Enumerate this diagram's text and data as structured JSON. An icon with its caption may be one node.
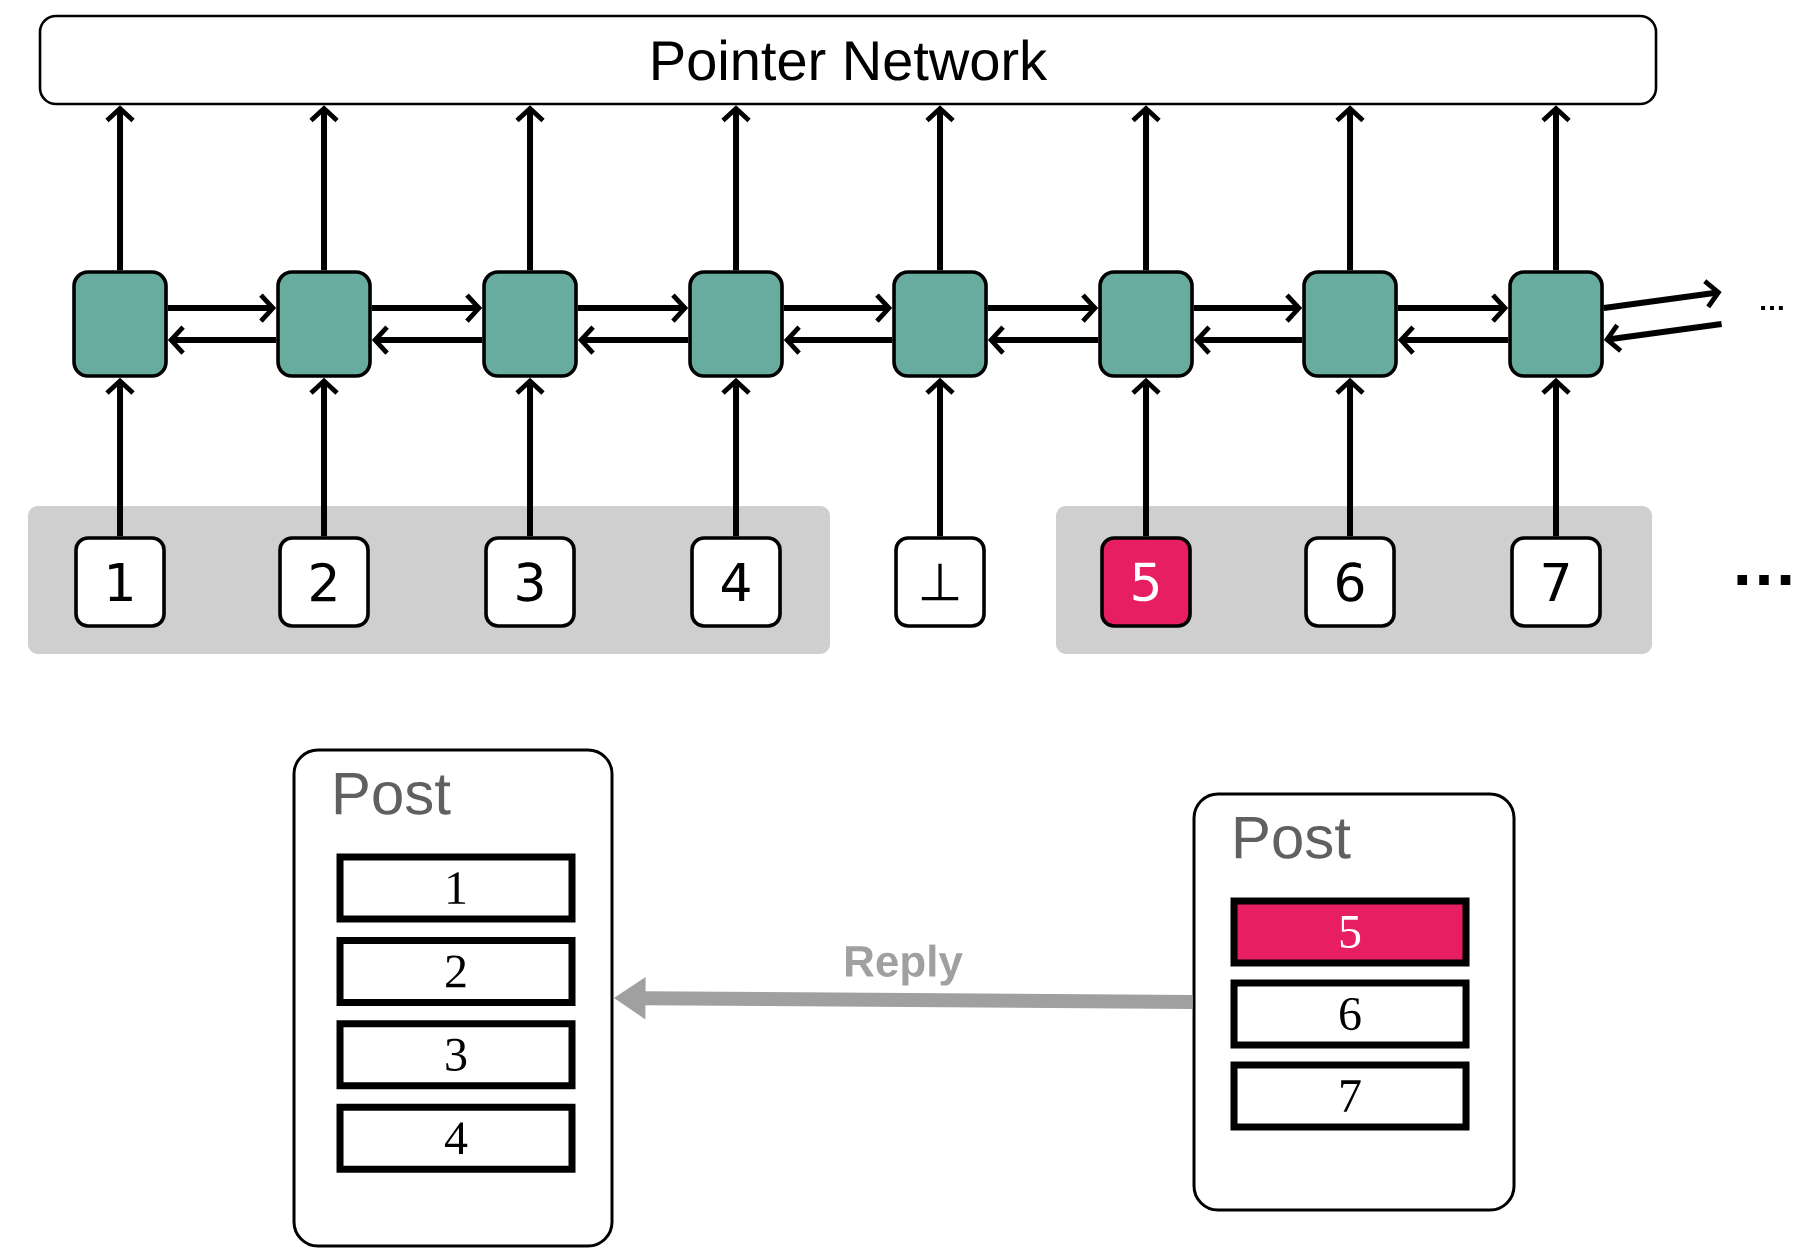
{
  "diagram": {
    "nodes": [
      {
        "text": [
          "Pointer Network"
        ]
      },
      {
        "text": [],
        "shape": "box"
      },
      {
        "text": [],
        "shape": "box"
      },
      {
        "text": [],
        "shape": "box"
      },
      {
        "text": [],
        "shape": "box"
      },
      {
        "text": [],
        "shape": "box"
      },
      {
        "text": [],
        "shape": "box"
      },
      {
        "text": [],
        "shape": "box"
      },
      {
        "text": [],
        "shape": "box"
      },
      {
        "text": [],
        "shape": "box"
      },
      {
        "text": [],
        "shape": "box"
      },
      {
        "text": [
          "1"
        ],
        "in": 9
      },
      {
        "text": [
          "2"
        ],
        "in": 9
      },
      {
        "text": [
          "3"
        ],
        "in": 9
      },
      {
        "text": [
          "4"
        ],
        "in": 9
      },
      {
        "text": [
          "⊥"
        ]
      },
      {
        "text": [
          "5"
        ],
        "in": 10
      },
      {
        "text": [
          "6"
        ],
        "in": 10
      },
      {
        "text": [
          "7"
        ],
        "in": 10
      },
      {
        "text": [
          "Post"
        ]
      },
      {
        "text": [
          "1"
        ],
        "in": 19
      },
      {
        "text": [
          "2"
        ],
        "in": 19
      },
      {
        "text": [
          "3"
        ],
        "in": 19
      },
      {
        "text": [
          "4"
        ],
        "in": 19
      },
      {
        "text": [
          "Post"
        ]
      },
      {
        "text": [
          "5"
        ],
        "in": 24
      },
      {
        "text": [
          "6"
        ],
        "in": 24
      },
      {
        "text": [
          "7"
        ],
        "in": 24
      },
      {
        "text": [
          "…"
        ]
      }
    ],
    "edges": [
      {
        "from": 1,
        "to": 0,
        "arrow": "to"
      },
      {
        "from": 2,
        "to": 0,
        "arrow": "to"
      },
      {
        "from": 3,
        "to": 0,
        "arrow": "to"
      },
      {
        "from": 4,
        "to": 0,
        "arrow": "to"
      },
      {
        "from": 5,
        "to": 0,
        "arrow": "to"
      },
      {
        "from": 6,
        "to": 0,
        "arrow": "to"
      },
      {
        "from": 7,
        "to": 0,
        "arrow": "to"
      },
      {
        "from": 8,
        "to": 0,
        "arrow": "to"
      },
      {
        "from": 11,
        "to": 1,
        "arrow": "to"
      },
      {
        "from": 12,
        "to": 2,
        "arrow": "to"
      },
      {
        "from": 13,
        "to": 3,
        "arrow": "to"
      },
      {
        "from": 14,
        "to": 4,
        "arrow": "to"
      },
      {
        "from": 15,
        "to": 5,
        "arrow": "to"
      },
      {
        "from": 16,
        "to": 6,
        "arrow": "to"
      },
      {
        "from": 17,
        "to": 7,
        "arrow": "to"
      },
      {
        "from": 18,
        "to": 8,
        "arrow": "to"
      },
      {
        "from": 1,
        "to": 2,
        "arrow": "to"
      },
      {
        "from": 2,
        "to": 3,
        "arrow": "to"
      },
      {
        "from": 3,
        "to": 4,
        "arrow": "to"
      },
      {
        "from": 4,
        "to": 5,
        "arrow": "to"
      },
      {
        "from": 5,
        "to": 6,
        "arrow": "to"
      },
      {
        "from": 6,
        "to": 7,
        "arrow": "to"
      },
      {
        "from": 7,
        "to": 8,
        "arrow": "to"
      },
      {
        "from": 8,
        "to": 28,
        "arrow": "to"
      },
      {
        "from": 2,
        "to": 1,
        "arrow": "to"
      },
      {
        "from": 3,
        "to": 2,
        "arrow": "to"
      },
      {
        "from": 4,
        "to": 3,
        "arrow": "to"
      },
      {
        "from": 5,
        "to": 4,
        "arrow": "to"
      },
      {
        "from": 6,
        "to": 5,
        "arrow": "to"
      },
      {
        "from": 7,
        "to": 6,
        "arrow": "to"
      },
      {
        "from": 8,
        "to": 7,
        "arrow": "to"
      },
      {
        "from": 28,
        "to": 8,
        "arrow": "to"
      },
      {
        "from": 24,
        "to": 19,
        "arrow": "to",
        "label": "Reply",
        "style": "thick",
        "color": "#a0a0a0"
      }
    ],
    "labels": [
      "…"
    ]
  }
}
